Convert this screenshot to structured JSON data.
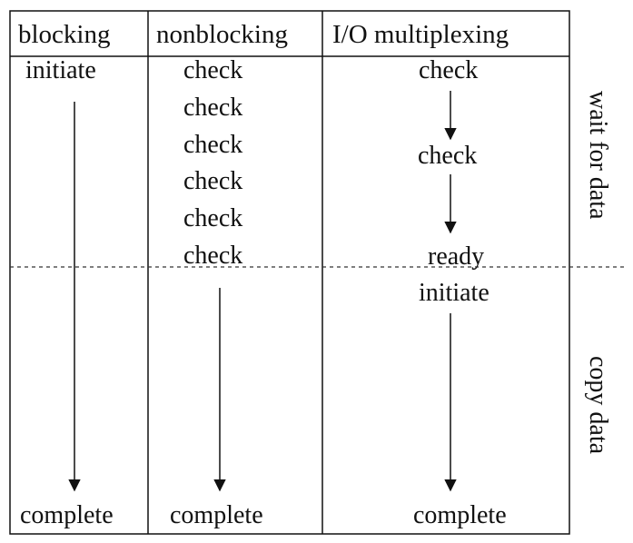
{
  "headers": {
    "blocking": "blocking",
    "nonblocking": "nonblocking",
    "multiplexing": "I/O multiplexing"
  },
  "blocking": {
    "initiate": "initiate",
    "complete": "complete"
  },
  "nonblocking": {
    "checks": [
      "check",
      "check",
      "check",
      "check",
      "check",
      "check"
    ],
    "complete": "complete"
  },
  "multiplexing": {
    "check_1": "check",
    "check_2": "check",
    "ready": "ready",
    "initiate": "initiate",
    "complete": "complete"
  },
  "phases": {
    "wait": "wait for data",
    "copy": "copy data"
  }
}
